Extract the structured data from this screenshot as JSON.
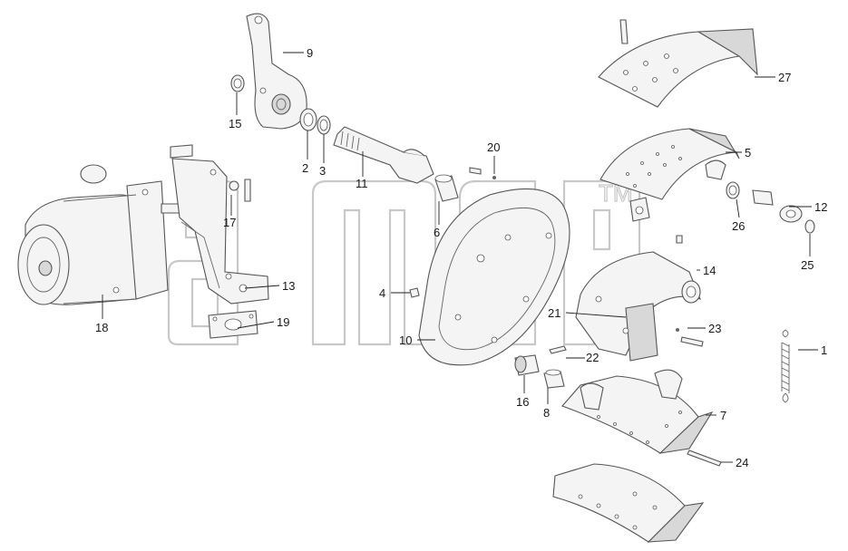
{
  "watermark": {
    "trademark": "TM"
  },
  "callouts": [
    {
      "id": "1",
      "label": "1"
    },
    {
      "id": "2",
      "label": "2"
    },
    {
      "id": "3",
      "label": "3"
    },
    {
      "id": "4",
      "label": "4"
    },
    {
      "id": "5",
      "label": "5"
    },
    {
      "id": "6",
      "label": "6"
    },
    {
      "id": "7",
      "label": "7"
    },
    {
      "id": "8",
      "label": "8"
    },
    {
      "id": "9",
      "label": "9"
    },
    {
      "id": "10",
      "label": "10"
    },
    {
      "id": "11",
      "label": "11"
    },
    {
      "id": "12",
      "label": "12"
    },
    {
      "id": "13",
      "label": "13"
    },
    {
      "id": "14",
      "label": "14"
    },
    {
      "id": "15",
      "label": "15"
    },
    {
      "id": "16",
      "label": "16"
    },
    {
      "id": "17",
      "label": "17"
    },
    {
      "id": "18",
      "label": "18"
    },
    {
      "id": "19",
      "label": "19"
    },
    {
      "id": "20",
      "label": "20"
    },
    {
      "id": "21",
      "label": "21"
    },
    {
      "id": "22",
      "label": "22"
    },
    {
      "id": "23",
      "label": "23"
    },
    {
      "id": "24",
      "label": "24"
    },
    {
      "id": "25",
      "label": "25"
    },
    {
      "id": "26",
      "label": "26"
    },
    {
      "id": "27",
      "label": "27"
    }
  ]
}
